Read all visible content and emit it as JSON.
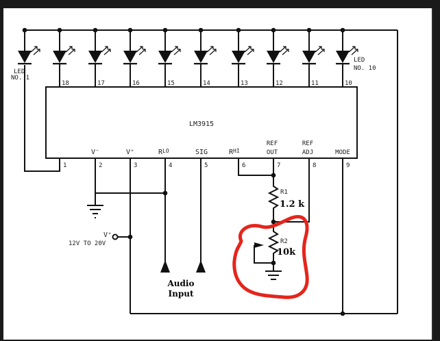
{
  "chip": {
    "name": "LM3915",
    "top_pins": [
      "18",
      "17",
      "16",
      "15",
      "14",
      "13",
      "12",
      "11",
      "10"
    ],
    "bottom_pins": [
      "1",
      "2",
      "3",
      "4",
      "5",
      "6",
      "7",
      "8",
      "9"
    ],
    "bottom_labels": {
      "vminus": "V⁻",
      "vplus": "V⁺",
      "rlo_main": "R",
      "rlo_sub": "LO",
      "sig": "SIG",
      "rhi_main": "R",
      "rhi_sub": "HI",
      "refout_top": "REF",
      "refout_bot": "OUT",
      "refadj_top": "REF",
      "refadj_bot": "ADJ",
      "mode": "MODE"
    }
  },
  "leds": {
    "first_label_1": "LED",
    "first_label_2": "NO. 1",
    "last_label_1": "LED",
    "last_label_2": "NO. 10"
  },
  "supply": {
    "label_main": "V⁺",
    "label_range": "12V TO 20V"
  },
  "r1": {
    "name": "R1",
    "value": "1.2 k"
  },
  "r2": {
    "name": "R2",
    "value": "10k"
  },
  "audio_input": {
    "line1": "Audio",
    "line2": "Input"
  },
  "colors": {
    "wire": "#111111",
    "highlight": "#e5251b"
  }
}
